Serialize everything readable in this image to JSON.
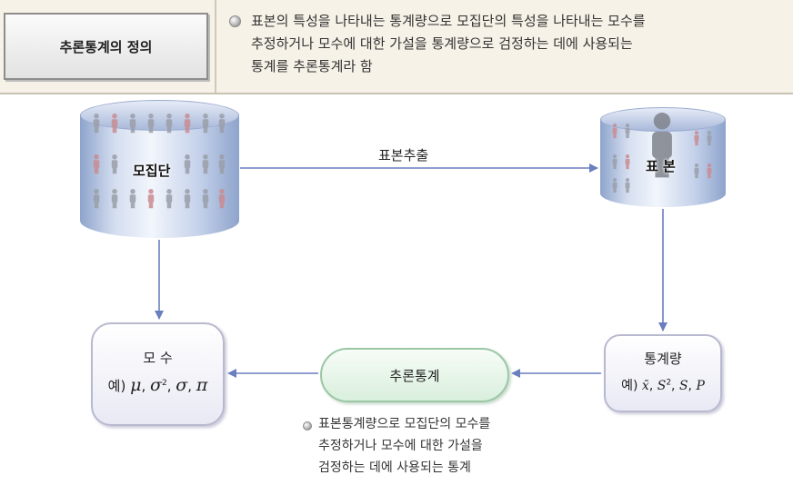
{
  "definition": {
    "title": "추론통계의 정의",
    "lines": [
      "표본의 특성을 나타내는 통계량으로 모집단의 특성을 나타내는 모수를",
      "추정하거나 모수에 대한 가설을 통계량으로 검정하는 데에 사용되는",
      "통계를 추론통계라 함"
    ]
  },
  "population": {
    "label": "모집단"
  },
  "sample": {
    "label": "표 본"
  },
  "sampling_arrow": {
    "label": "표본추출"
  },
  "parameter": {
    "title": "모 수",
    "example_prefix": "예)",
    "symbols": [
      "μ",
      "σ",
      "σ",
      "π"
    ]
  },
  "statistic": {
    "title": "통계량",
    "example_prefix": "예)",
    "symbols": [
      "x̄",
      "S",
      "S",
      "P"
    ]
  },
  "inference": {
    "label": "추론통계"
  },
  "note": {
    "lines": [
      "표본통계량으로 모집단의 모수를",
      "추정하거나 모수에 대한 가설을",
      "검정하는 데에 사용되는 통계"
    ]
  },
  "colors": {
    "header_bg": "#f7f2e7",
    "cylinder": "#c4d1ea",
    "arrow": "#6a7fbf",
    "people_gray": "#9a9fa8",
    "people_pink": "#c98c92",
    "inference_border": "#9bc7a5"
  }
}
